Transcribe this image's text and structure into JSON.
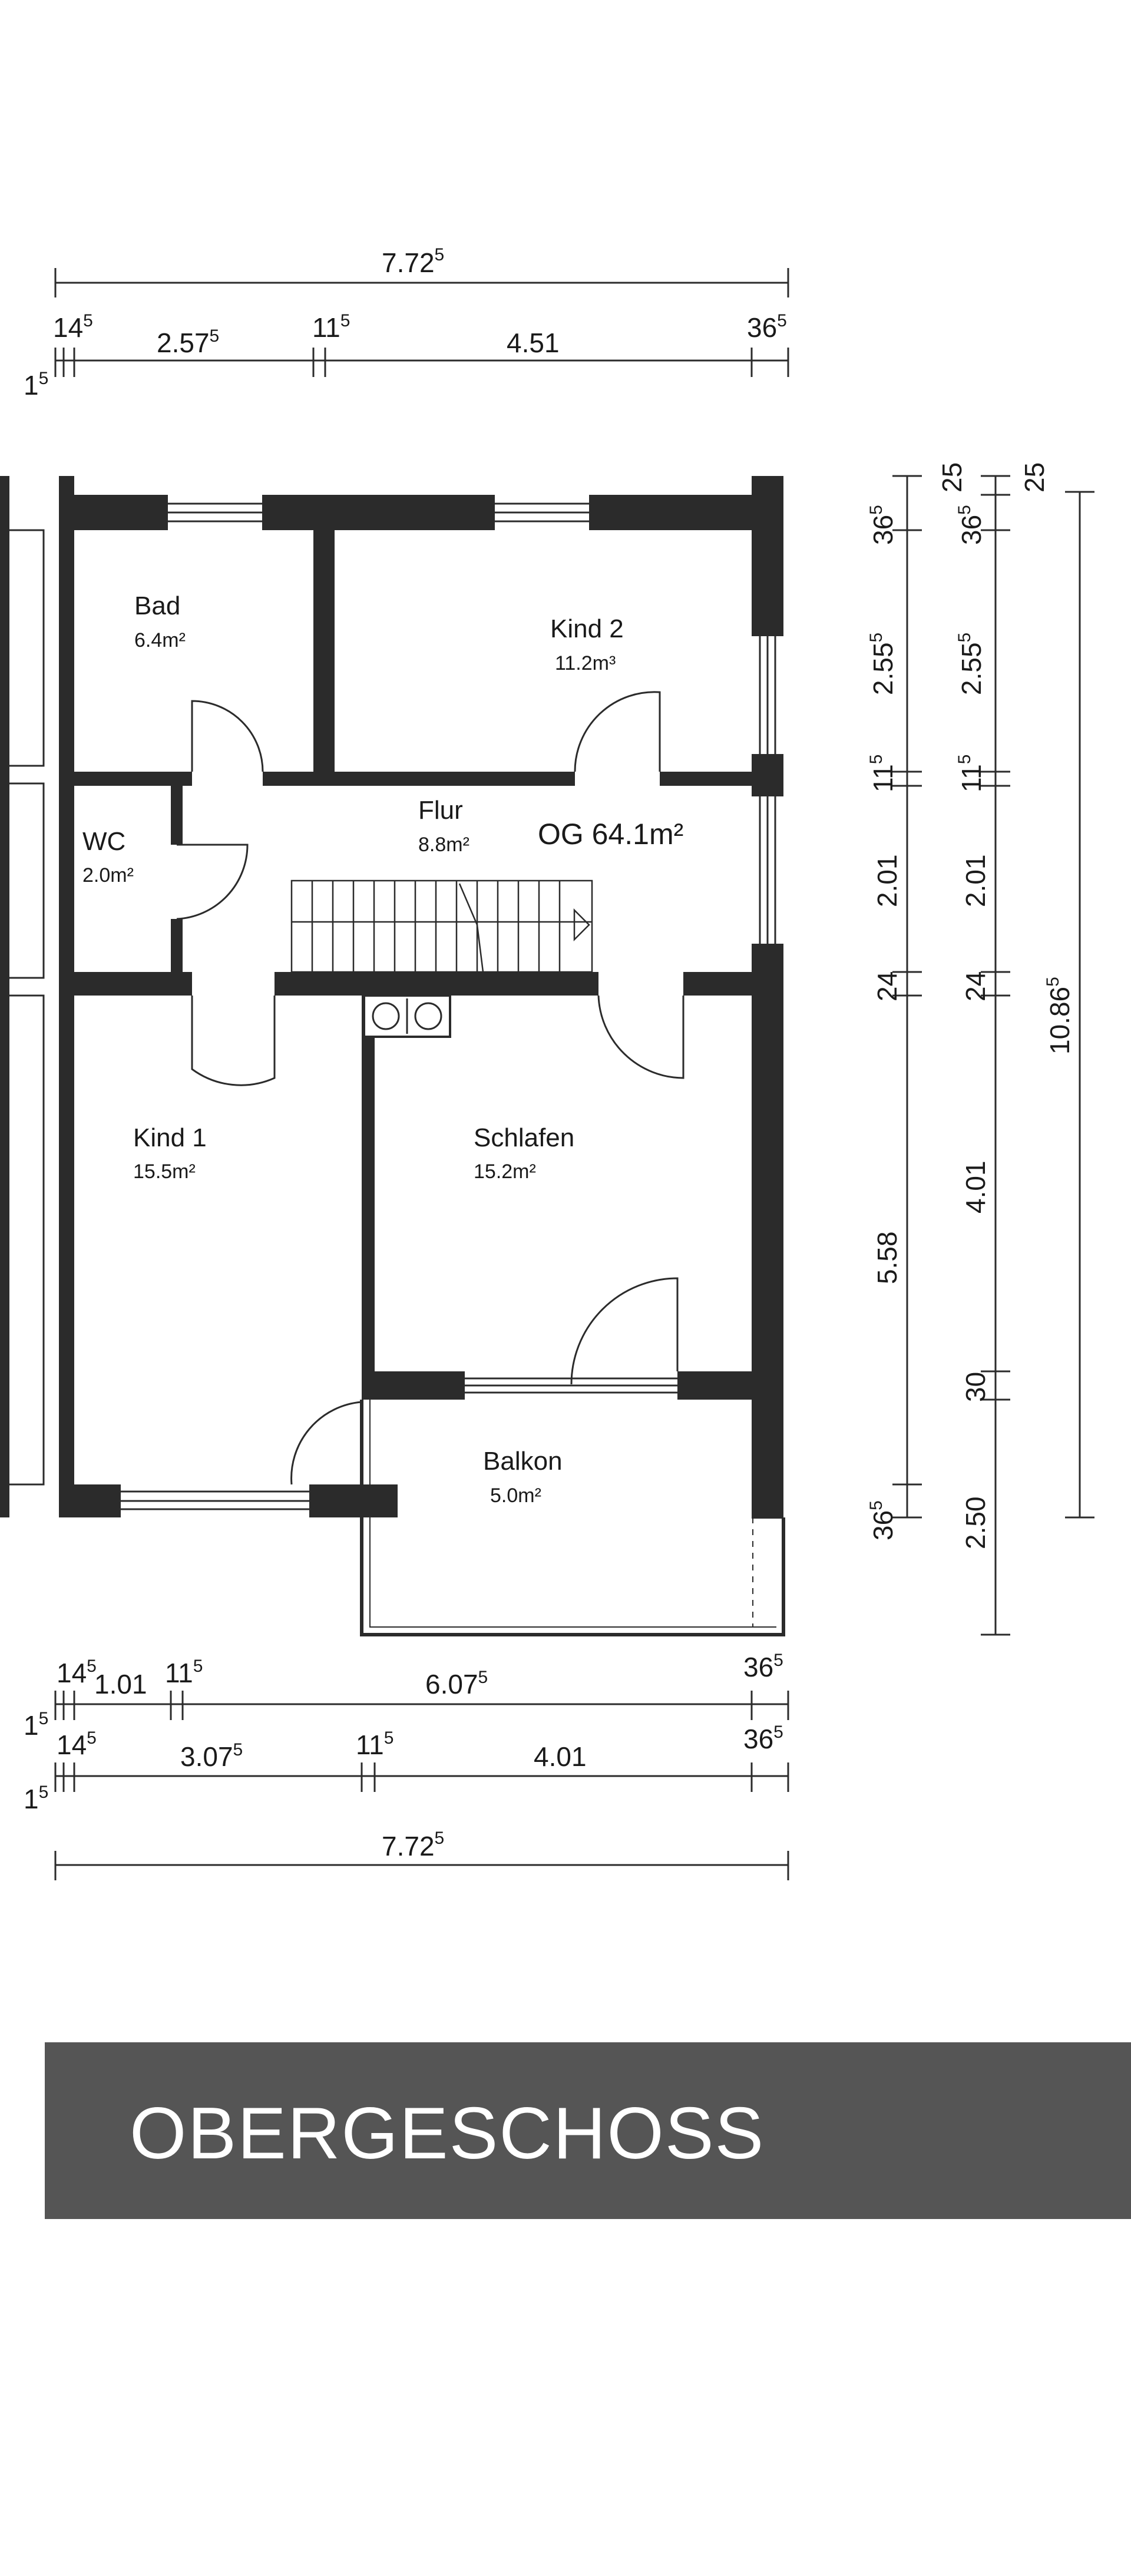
{
  "plan": {
    "floor_total": "OG 64.1m²",
    "rooms": [
      {
        "id": "bad",
        "name": "Bad",
        "area": "6.4m²"
      },
      {
        "id": "kind2",
        "name": "Kind 2",
        "area": "11.2m³"
      },
      {
        "id": "wc",
        "name": "WC",
        "area": "2.0m²"
      },
      {
        "id": "flur",
        "name": "Flur",
        "area": "8.8m²"
      },
      {
        "id": "kind1",
        "name": "Kind 1",
        "area": "15.5m²"
      },
      {
        "id": "schlafen",
        "name": "Schlafen",
        "area": "15.2m²"
      },
      {
        "id": "balkon",
        "name": "Balkon",
        "area": "5.0m²"
      }
    ],
    "dimensions": {
      "top_total": {
        "base": "7.72",
        "sup": "5"
      },
      "top_row": [
        {
          "base": "1",
          "sup": "5"
        },
        {
          "base": "14",
          "sup": "5"
        },
        {
          "base": "2.57",
          "sup": "5"
        },
        {
          "base": "11",
          "sup": "5"
        },
        {
          "base": "4.51",
          "sup": ""
        },
        {
          "base": "36",
          "sup": "5"
        }
      ],
      "bottom_row1": [
        {
          "base": "1",
          "sup": "5"
        },
        {
          "base": "14",
          "sup": "5"
        },
        {
          "base": "1.01",
          "sup": ""
        },
        {
          "base": "11",
          "sup": "5"
        },
        {
          "base": "6.07",
          "sup": "5"
        },
        {
          "base": "36",
          "sup": "5"
        }
      ],
      "bottom_row2": [
        {
          "base": "1",
          "sup": "5"
        },
        {
          "base": "14",
          "sup": "5"
        },
        {
          "base": "3.07",
          "sup": "5"
        },
        {
          "base": "11",
          "sup": "5"
        },
        {
          "base": "4.01",
          "sup": ""
        },
        {
          "base": "36",
          "sup": "5"
        }
      ],
      "bottom_total": {
        "base": "7.72",
        "sup": "5"
      },
      "right_col1": [
        {
          "base": "36",
          "sup": "5"
        },
        {
          "base": "2.55",
          "sup": "5"
        },
        {
          "base": "11",
          "sup": "5"
        },
        {
          "base": "2.01",
          "sup": ""
        },
        {
          "base": "24",
          "sup": ""
        },
        {
          "base": "5.58",
          "sup": ""
        },
        {
          "base": "36",
          "sup": "5"
        }
      ],
      "right_col2": [
        {
          "base": "25",
          "sup": ""
        },
        {
          "base": "36",
          "sup": "5"
        },
        {
          "base": "2.55",
          "sup": "5"
        },
        {
          "base": "11",
          "sup": "5"
        },
        {
          "base": "2.01",
          "sup": ""
        },
        {
          "base": "24",
          "sup": ""
        },
        {
          "base": "4.01",
          "sup": ""
        },
        {
          "base": "30",
          "sup": ""
        },
        {
          "base": "2.50",
          "sup": ""
        }
      ],
      "right_col3": [
        {
          "base": "25",
          "sup": ""
        },
        {
          "base": "10.86",
          "sup": "5"
        }
      ]
    }
  },
  "banner": {
    "label": "OBERGESCHOSS"
  }
}
